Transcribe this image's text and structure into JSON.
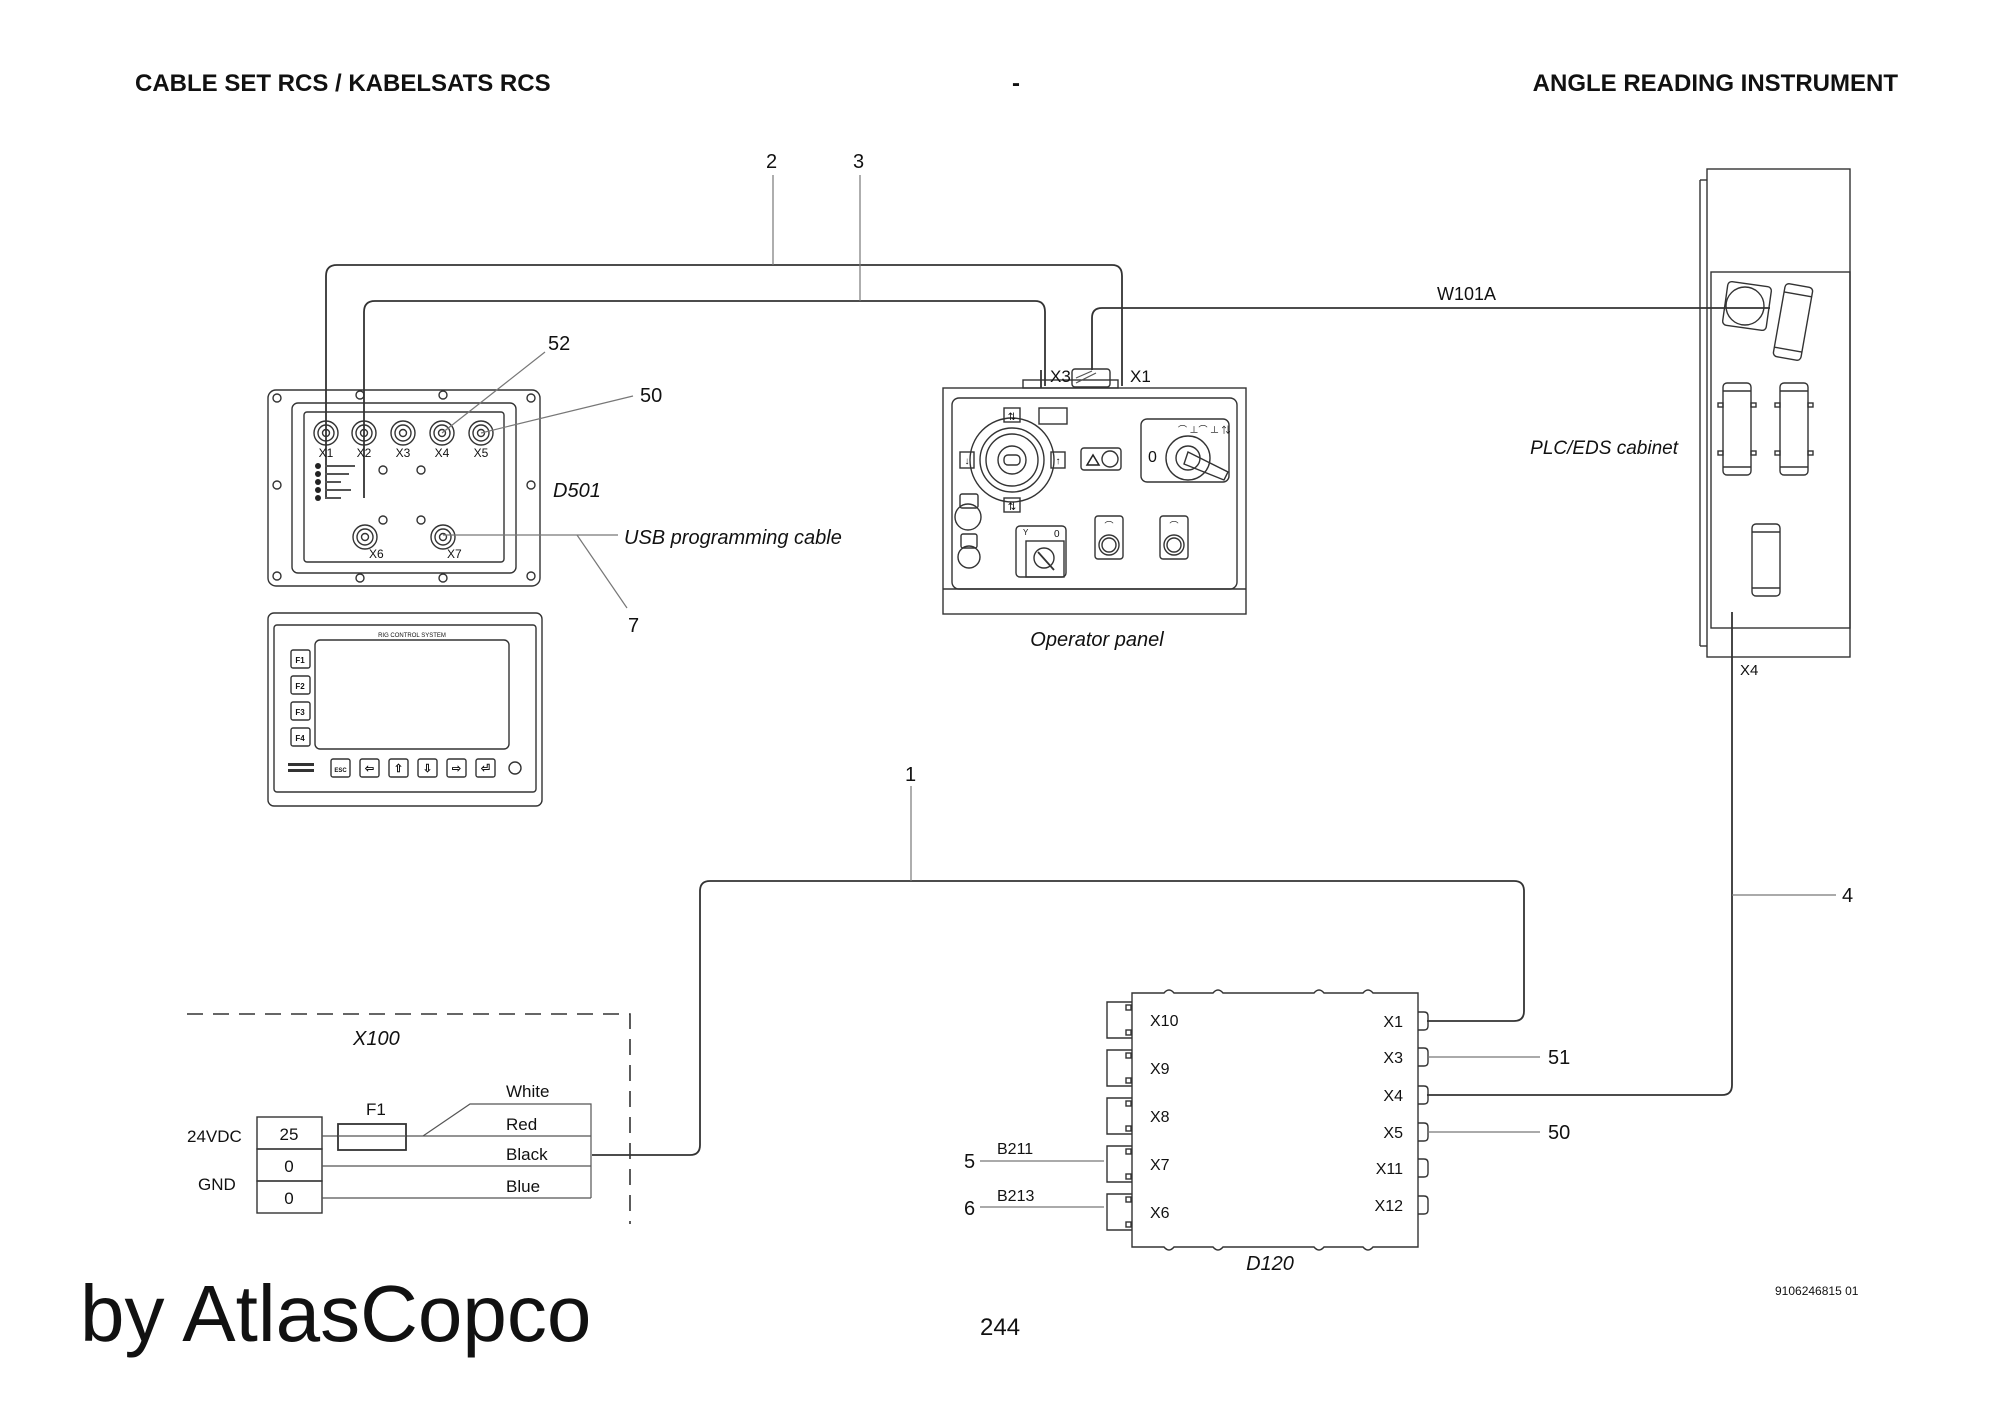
{
  "header": {
    "left_title": "CABLE SET RCS / KABELSATS RCS",
    "center_title": "-",
    "right_title": "ANGLE READING INSTRUMENT"
  },
  "footer": {
    "brand": "by AtlasCopco",
    "page_number": "244",
    "document_id": "9106246815 01"
  },
  "components": {
    "d501": {
      "label": "D501",
      "connectors": [
        "X1",
        "X2",
        "X3",
        "X4",
        "X5",
        "X6",
        "X7"
      ],
      "usb_label": "USB programming cable"
    },
    "display": {
      "title": "RIG CONTROL SYSTEM",
      "function_keys": [
        "F1",
        "F2",
        "F3",
        "F4"
      ],
      "nav_keys": [
        {
          "name": "esc-key",
          "label": "ESC"
        },
        {
          "name": "left-arrow-key",
          "label": "⇦"
        },
        {
          "name": "up-arrow-key",
          "label": "⇧"
        },
        {
          "name": "down-arrow-key",
          "label": "⇩"
        },
        {
          "name": "right-arrow-key",
          "label": "⇨"
        },
        {
          "name": "enter-key",
          "label": "⏎"
        }
      ]
    },
    "operator_panel": {
      "label": "Operator panel",
      "connector_left": "X3",
      "connector_right": "X1",
      "selector_zero": "0",
      "mode_switch_zero": "0"
    },
    "plc_cabinet": {
      "label": "PLC/EDS cabinet",
      "connector": "X4",
      "cable_label": "W101A"
    },
    "d120": {
      "label": "D120",
      "left_connectors": [
        "X10",
        "X9",
        "X8",
        "X7",
        "X6"
      ],
      "right_connectors": [
        "X1",
        "X3",
        "X4",
        "X5",
        "X11",
        "X12"
      ],
      "sensors": [
        {
          "item": "5",
          "name": "B211",
          "connector": "X7"
        },
        {
          "item": "6",
          "name": "B213",
          "connector": "X6"
        }
      ]
    },
    "x100": {
      "label": "X100",
      "fuse": "F1",
      "supply_labels": [
        "24VDC",
        "GND"
      ],
      "terminals": [
        "25",
        "0",
        "0"
      ],
      "wires": [
        "White",
        "Red",
        "Black",
        "Blue"
      ]
    }
  },
  "item_numbers": {
    "cable_1": "1",
    "cable_2": "2",
    "cable_3": "3",
    "cable_4": "4",
    "usb_cable": "7",
    "plug_52": "52",
    "plug_50_d501": "50",
    "plug_51_d120": "51",
    "plug_50_d120": "50"
  }
}
